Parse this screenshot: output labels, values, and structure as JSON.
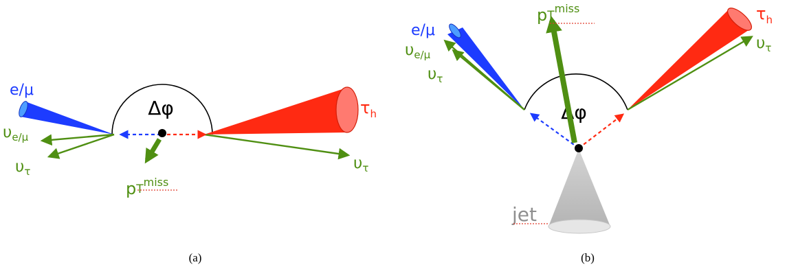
{
  "colors": {
    "lepton": "#1d3cff",
    "tau": "#ff2a12",
    "neutrino": "#4f8f12",
    "met": "#4f8f12",
    "jet": "#bdbdbd",
    "angle": "#000000",
    "spell_underline": "#e03a2a"
  },
  "panel_a": {
    "caption": "(a)",
    "delta_phi": "Δφ",
    "lepton": "e/μ",
    "tau": "τ",
    "tau_sub": "h",
    "nu": "υ",
    "nu_lepton_sub": "e/μ",
    "nu_tau_sub": "τ",
    "met_base": "p",
    "met_sub": "T",
    "met_sup": "miss"
  },
  "panel_b": {
    "caption": "(b)",
    "delta_phi": "Δφ",
    "lepton": "e/μ",
    "tau": "τ",
    "tau_sub": "h",
    "nu": "υ",
    "nu_lepton_sub": "e/μ",
    "nu_tau_sub": "τ",
    "met_base": "p",
    "met_sub": "T",
    "met_sup": "miss",
    "jet": "jet"
  }
}
